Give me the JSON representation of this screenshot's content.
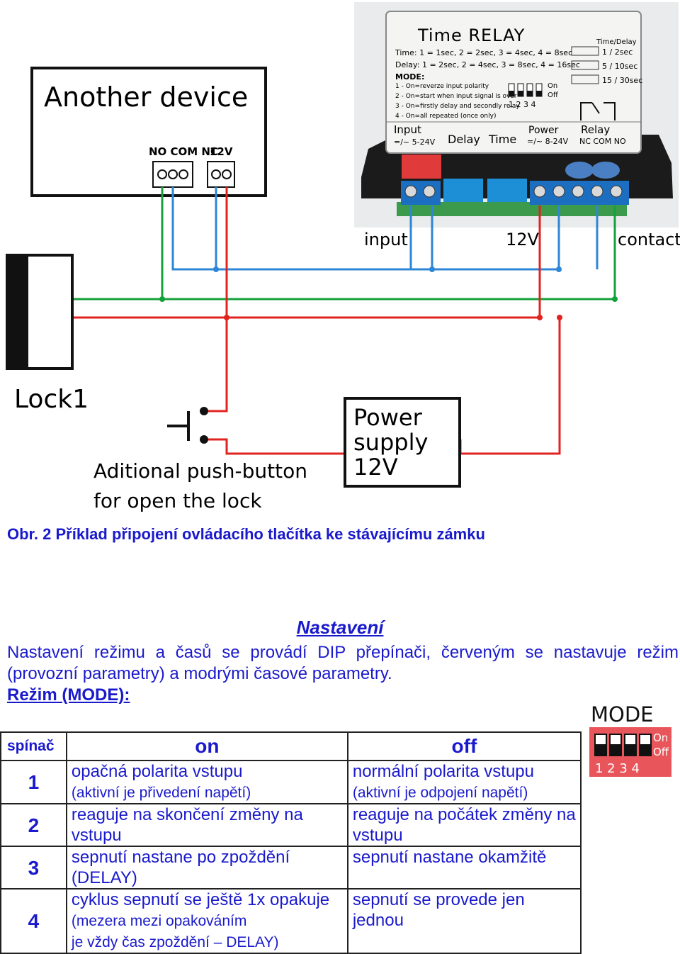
{
  "diagram": {
    "device": {
      "title": "Another device",
      "terminals_contact": "NO COM NC",
      "terminals_power": "12V"
    },
    "relay": {
      "title": "Time RELAY",
      "time_delay_header": "Time/Delay",
      "time_line": "Time: 1 = 1sec, 2 = 2sec, 3 = 4sec, 4 = 8sec",
      "delay_line": "Delay: 1 = 2sec, 2 = 4sec, 3 = 8sec, 4 = 16sec",
      "mode_header": "MODE:",
      "mode_lines": [
        "1 - On=reverze input polarity",
        "2 - On=start when input signal is over",
        "3 - On=firstly delay and secondly relay",
        "4 - On=all repeated (once only)"
      ],
      "range_values": [
        "1 / 2sec",
        "5 / 10sec",
        "15 / 30sec"
      ],
      "dip_on": "On",
      "dip_off": "Off",
      "dip_numbers": "1 2 3 4",
      "terminal_input_label": "Input",
      "terminal_input_range": "=/~ 5-24V",
      "terminal_delay_label": "Delay",
      "terminal_time_label": "Time",
      "terminal_power_label": "Power",
      "terminal_power_range": "=/~ 8-24V",
      "terminal_relay_label": "Relay",
      "terminal_relay_pins": "NC COM NO"
    },
    "label_input": "input",
    "label_12v": "12V",
    "label_contact": "contact",
    "lock_label": "Lock1",
    "pushbutton_label_line1": "Aditional push-button",
    "pushbutton_label_line2": "for open the lock",
    "power_supply_line1": "Power",
    "power_supply_line2": "supply",
    "power_supply_line3": "12V",
    "wire_colors": {
      "red": "#e0231f",
      "green": "#15a03c",
      "blue": "#2d86d6"
    }
  },
  "caption": "Obr. 2  Příklad připojení ovládacího tlačítka ke stávajícímu zámku",
  "section_title": "Nastavení",
  "paragraph": "Nastavení režimu a časů se provádí DIP přepínači, červeným se nastavuje režim (provozní parametry) a modrými časové parametry.",
  "mode_label": "Režim (MODE):",
  "mode_badge": {
    "title": "MODE",
    "on": "On",
    "off": "Off",
    "numbers": "1 2 3 4"
  },
  "table": {
    "header": {
      "col0": "spínač",
      "col1": "on",
      "col2": "off"
    },
    "rows": [
      {
        "num": "1",
        "on_main": "opačná polarita vstupu",
        "on_sub": "(aktivní je přivedení napětí)",
        "off_main": "normální polarita vstupu",
        "off_sub": "(aktivní je odpojení napětí)"
      },
      {
        "num": "2",
        "on_main": "reaguje na skončení změny  na vstupu",
        "on_sub": "",
        "off_main": "reaguje na počátek změny na vstupu",
        "off_sub": ""
      },
      {
        "num": "3",
        "on_main": "sepnutí nastane po zpoždění (DELAY)",
        "on_sub": "",
        "off_main": "sepnutí nastane okamžitě",
        "off_sub": ""
      },
      {
        "num": "4",
        "on_main": "cyklus sepnutí se ještě 1x opakuje",
        "on_sub": "(mezera mezi opakováním",
        "on_tail": "je vždy čas zpoždění – DELAY)",
        "off_main": "sepnutí se provede jen jednou",
        "off_sub": ""
      }
    ]
  }
}
